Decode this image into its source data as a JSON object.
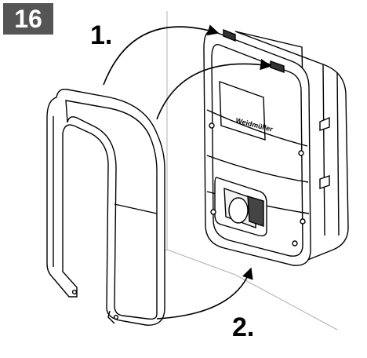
{
  "step_number": "16",
  "labels": {
    "step1": "1.",
    "step2": "2."
  },
  "device_brand_text": "Weidmüller",
  "colors": {
    "badge_background": "#555555",
    "badge_text": "#ffffff",
    "line": "#000000",
    "guide_line": "#b0b0b0"
  }
}
